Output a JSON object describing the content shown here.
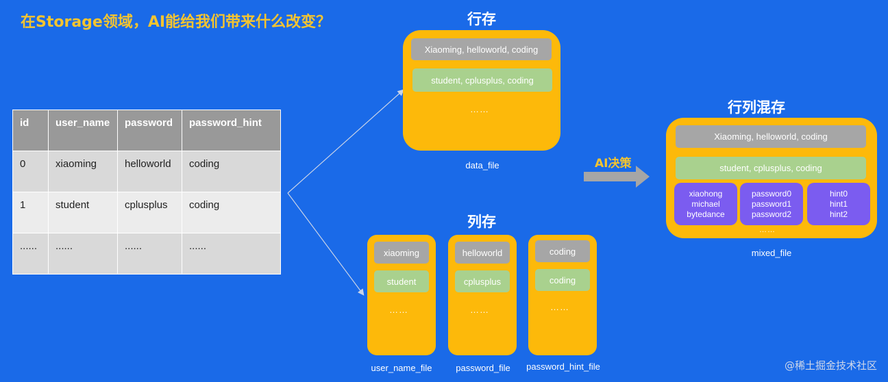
{
  "title": "在Storage领域，AI能给我们带来什么改变？",
  "table": {
    "headers": [
      "id",
      "user_name",
      "password",
      "password_hint"
    ],
    "rows": [
      [
        "0",
        "xiaoming",
        "helloworld",
        "coding"
      ],
      [
        "1",
        "student",
        "cplusplus",
        "coding"
      ],
      [
        "......",
        "......",
        "......",
        "......"
      ]
    ]
  },
  "row_store": {
    "label": "行存",
    "bar1": "Xiaoming, helloworld, coding",
    "bar2": "student, cplusplus, coding",
    "dots": "……",
    "file": "data_file"
  },
  "column_store": {
    "label": "列存",
    "columns": [
      {
        "top": "xiaoming",
        "second": "student",
        "dots": "……",
        "file": "user_name_file"
      },
      {
        "top": "helloworld",
        "second": "cplusplus",
        "dots": "……",
        "file": "password_file"
      },
      {
        "top": "coding",
        "second": "coding",
        "dots": "……",
        "file": "password_hint_file"
      }
    ]
  },
  "ai_decision": "AI决策",
  "mixed_store": {
    "label": "行列混存",
    "bar1": "Xiaoming, helloworld, coding",
    "bar2": "student, cplusplus, coding",
    "groups": [
      [
        "xiaohong",
        "michael",
        "bytedance"
      ],
      [
        "password0",
        "password1",
        "password2"
      ],
      [
        "hint0",
        "hint1",
        "hint2"
      ]
    ],
    "dots": "……",
    "file": "mixed_file"
  },
  "watermark": "@稀土掘金技术社区",
  "colors": {
    "background": "#1a6ae8",
    "card": "#fdb90a",
    "gray_bar": "#a6a6a6",
    "green_bar": "#a9d18e",
    "purple_box": "#7b5cf0",
    "title": "#f4c430"
  }
}
